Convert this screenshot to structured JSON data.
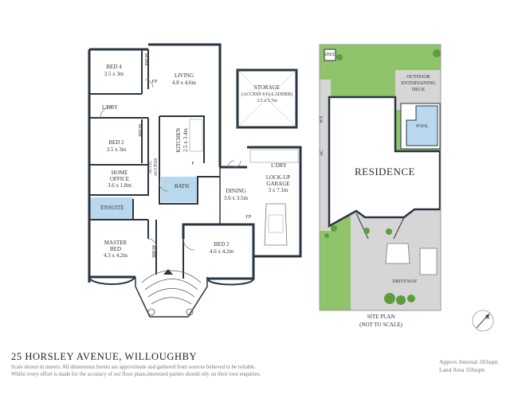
{
  "rooms": {
    "bed4": {
      "name": "BED 4",
      "dims": "3.5 x 3m"
    },
    "robe1": "ROBE",
    "living": {
      "name": "LIVING",
      "dims": "4.8 x 4.6m"
    },
    "fp1": "FP",
    "ldry1": "L'DRY",
    "bed2a": {
      "name": "BED 2",
      "dims": "3.5 x 3m"
    },
    "robe2": "ROBE",
    "kitchen": {
      "name": "KITCHEN",
      "dims": "2.5 x 3.4m"
    },
    "attic": {
      "line1": "ATTIC",
      "line2": "ACCESS"
    },
    "f": "F",
    "office": {
      "name1": "HOME",
      "name2": "OFFICE",
      "dims": "3.6 x 1.8m"
    },
    "bath": "BATH",
    "ensuite": "ENSUITE",
    "dining": {
      "name": "DINING",
      "dims": "3.6 x 3.5m"
    },
    "master": {
      "name1": "MASTER",
      "name2": "BED",
      "dims": "4.3 x 4.2m"
    },
    "robe3": "ROBE",
    "bed2b": {
      "name": "BED 2",
      "dims": "4.6 x 4.2m"
    },
    "storage": {
      "name": "STORAGE",
      "note": "(ACCESS VIA LADDER)",
      "dims": "3.5 x 5.7m"
    },
    "ldry2": "L'DRY",
    "garage": {
      "name1": "LOCK-UP",
      "name2": "GARAGE",
      "dims": "3 x 7.1m"
    },
    "fp2": "FP"
  },
  "site": {
    "shed": "SHED",
    "deck": {
      "line1": "OUTDOOR",
      "line2": "ENTERTAINING",
      "line3": "DECK"
    },
    "pool": "POOL",
    "wt": "WT",
    "ac": "AC",
    "residence": "RESIDENCE",
    "driveway": "DRIVEWAY",
    "label1": "SITE PLAN",
    "label2": "(NOT TO SCALE)"
  },
  "compass": "N",
  "footer": {
    "address": "25 HORSLEY AVENUE, WILLOUGHBY",
    "disclaimer1": "Scale shown in meters. All dimensions herein are approximate and gathered from sources believed to be reliable.",
    "disclaimer2": "Whilst every effort is made for the accuracy of our floor plans,interested parties should rely on their own enquiries.",
    "area1": "Approx Internal 183sqm",
    "area2": "Land Area 556sqm"
  },
  "colors": {
    "wall": "#2a3542",
    "wet": "#b9d8ee",
    "grass": "#8fc46a",
    "paving": "#d6d6d6"
  }
}
